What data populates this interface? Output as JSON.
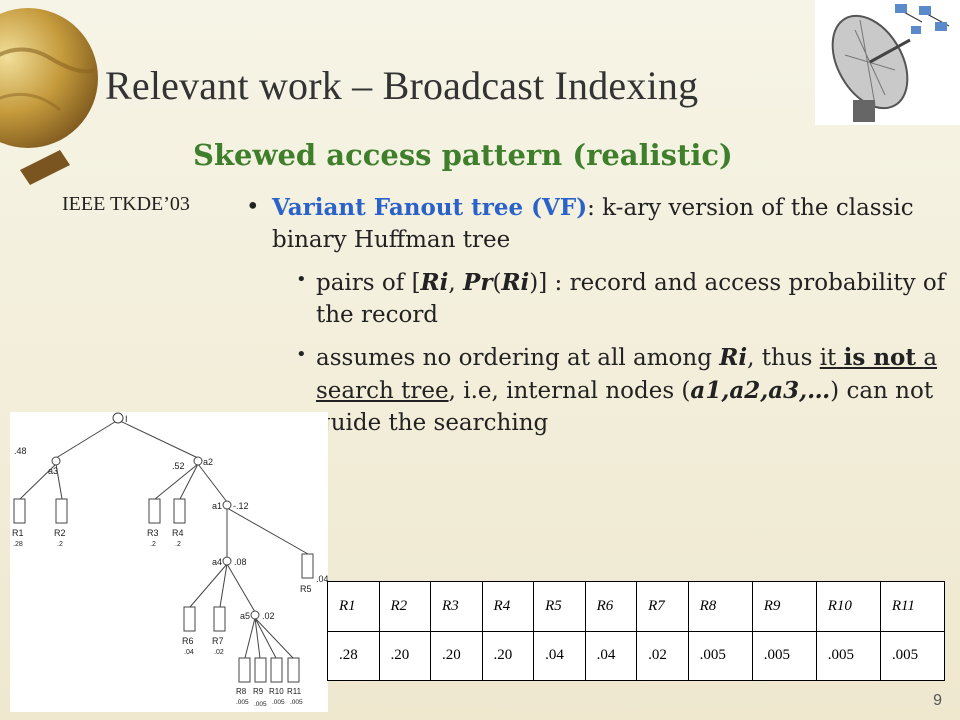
{
  "slide": {
    "title": "Relevant work – Broadcast Indexing",
    "subtitle": "Skewed access pattern (realistic)",
    "side_label": "IEEE TKDE’03",
    "bullet1": {
      "bold": "Variant Fanout tree (VF)",
      "rest": ": k-ary version of the classic binary Huffman tree"
    },
    "bullet2": {
      "pre": "pairs of  [",
      "ri": "Ri",
      "comma": ", ",
      "pr": "Pr",
      "paren_open": "(",
      "ri2": "Ri",
      "close": ")] : record and access probability of the record"
    },
    "bullet3": {
      "pre": "assumes no ordering at all among ",
      "ri": "Ri",
      "mid": ", thus ",
      "it": "it",
      "is_not": "is not",
      "search_tree": "a search tree",
      "after": ", i.e, internal nodes (",
      "nodes": "a1,a2,a3,…",
      "end": ") can not guide the searching"
    },
    "slide_number": "9"
  },
  "tree": {
    "root": "I",
    "labels": {
      "p48": ".48",
      "a3": "a3",
      "p52": ".52",
      "a2": "a2",
      "a1": "a1",
      "p12": "-.12",
      "a4": "a4",
      "p08": ".08",
      "a5": "a5",
      "p02": ".02",
      "p04": ".04"
    },
    "leaves": [
      {
        "name": "R1",
        "prob": ".28"
      },
      {
        "name": "R2",
        "prob": ".2"
      },
      {
        "name": "R3",
        "prob": ".2"
      },
      {
        "name": "R4",
        "prob": ".2"
      },
      {
        "name": "R5",
        "prob": ""
      },
      {
        "name": "R6",
        "prob": ".04"
      },
      {
        "name": "R7",
        "prob": ".02"
      },
      {
        "name": "R8",
        "prob": ".005"
      },
      {
        "name": "R9",
        "prob": ".005"
      },
      {
        "name": "R10",
        "prob": ".005"
      },
      {
        "name": "R11",
        "prob": ".005"
      }
    ]
  },
  "records_table": {
    "headers": [
      "R1",
      "R2",
      "R3",
      "R4",
      "R5",
      "R6",
      "R7",
      "R8",
      "R9",
      "R10",
      "R11"
    ],
    "values": [
      ".28",
      ".20",
      ".20",
      ".20",
      ".04",
      ".04",
      ".02",
      ".005",
      ".005",
      ".005",
      ".005"
    ]
  }
}
